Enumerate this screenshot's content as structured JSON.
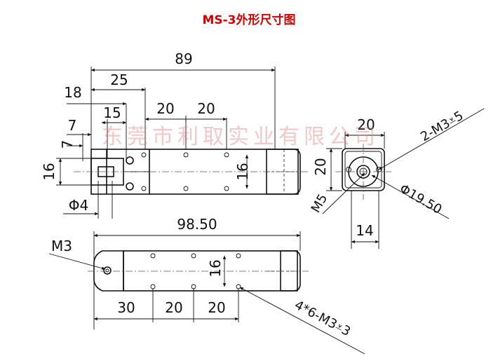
{
  "title": "MS-3外形尺寸图",
  "watermark": "东莞市利取实业有限公司",
  "colors": {
    "title": "#d40000",
    "line": "#111111",
    "watermark": "#e28282"
  },
  "top_view": {
    "dim_89": "89",
    "dim_25": "25",
    "dim_18": "18",
    "dim_20_a": "20",
    "dim_20_b": "20",
    "dim_15": "15",
    "dim_7_a": "7",
    "dim_7_b": "7",
    "dim_16_left": "16",
    "dim_16_right": "16",
    "dim_phi4": "Φ4"
  },
  "end_view": {
    "dim_20_top": "20",
    "dim_20_side": "20",
    "dim_14": "14",
    "m5": "M5",
    "phi19_50": "Φ19.50",
    "thread_2m3": "2-M3⩡5"
  },
  "bottom_view": {
    "dim_98_50": "98.50",
    "m3": "M3",
    "dim_30": "30",
    "dim_20_a": "20",
    "dim_20_b": "20",
    "dim_16": "16",
    "thread_4x6": "4*6-M3⩡3"
  }
}
